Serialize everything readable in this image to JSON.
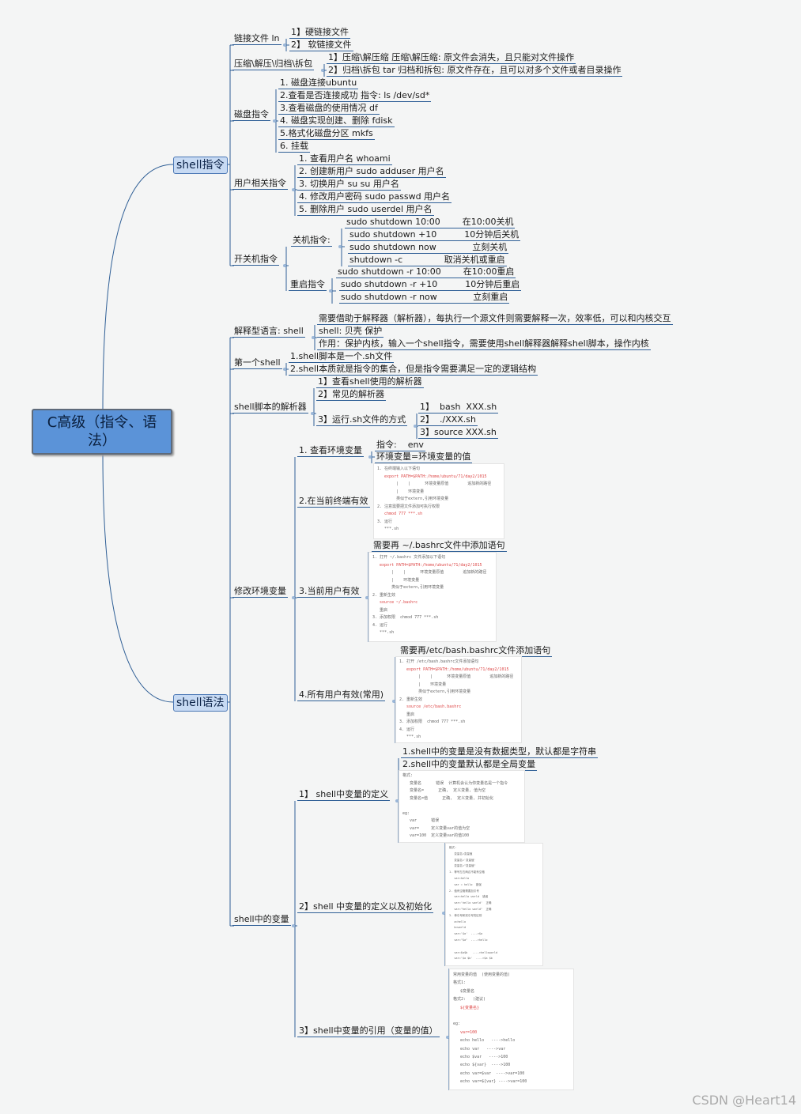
{
  "root": {
    "title": "C高级（指令、语法）"
  },
  "shell_cmd": {
    "label": "shell指令",
    "link": {
      "label": "链接文件 ln",
      "items": [
        "1】硬链接文件",
        "2】 软链接文件"
      ]
    },
    "compress": {
      "label": "压缩\\解压\\归档\\拆包",
      "items": [
        "1】压缩\\解压缩  压缩\\解压缩:   原文件会消失，且只能对文件操作",
        "2】归档\\拆包   tar  归档和拆包:   原文件存在，且可以对多个文件或者目录操作"
      ]
    },
    "disk": {
      "label": "磁盘指令",
      "items": [
        "1. 磁盘连接ubuntu",
        "2.查看是否连接成功   指令:    ls   /dev/sd*",
        "3.查看磁盘的使用情况 df",
        "4. 磁盘实现创建、删除   fdisk",
        "5.格式化磁盘分区 mkfs",
        "6. 挂载"
      ]
    },
    "user": {
      "label": "用户相关指令",
      "items": [
        "1. 查看用户名   whoami",
        "2. 创建新用户   sudo adduser 用户名",
        "3. 切换用户 su    su 用户名",
        "4. 修改用户密码   sudo passwd 用户名",
        "5. 删除用户   sudo userdel 用户名"
      ]
    },
    "power": {
      "label": "开关机指令",
      "shutdown": {
        "label": "关机指令:",
        "items": [
          "sudo shutdown 10:00        在10:00关机",
          "sudo shutdown +10          10分钟后关机",
          "sudo shutdown now             立刻关机",
          "shutdown -c               取消关机或重启"
        ]
      },
      "reboot": {
        "label": "重启指令",
        "items": [
          "sudo shutdown -r 10:00        在10:00重启",
          "sudo shutdown -r +10          10分钟后重启",
          "sudo shutdown -r now             立刻重启"
        ]
      }
    }
  },
  "shell_syntax": {
    "label": "shell语法",
    "interp": {
      "label": "解释型语言: shell",
      "items": [
        "需要借助于解释器（解析器），每执行一个源文件则需要解释一次，效率低，可以和内核交互",
        "shell: 贝壳    保护",
        "作用：保护内核，输入一个shell指令，需要使用shell解释器解释shell脚本，操作内核"
      ]
    },
    "first": {
      "label": "第一个shell",
      "items": [
        "1.shell脚本是一个.sh文件",
        "2.shell本质就是指令的集合，但是指令需要满足一定的逻辑结构"
      ]
    },
    "parser": {
      "label": "shell脚本的解析器",
      "items": [
        "1】查看shell使用的解析器",
        "2】常见的解析器",
        "3】运行.sh文件的方式"
      ],
      "run": [
        "1】  bash  XXX.sh",
        "2】  ./XXX.sh",
        "3】source XXX.sh"
      ]
    },
    "env": {
      "label": "修改环境变量",
      "view": {
        "label": "1. 查看环境变量",
        "items": [
          "指令:    env",
          "环境变量=环境变量的值"
        ]
      },
      "terminal": {
        "label": "2.在当前终端有效"
      },
      "user": {
        "label": "3.当前用户有效",
        "note": "需要再 ~/.bashrc文件中添加语句"
      },
      "all": {
        "label": "4.所有用户有效(常用)",
        "note": "需要再/etc/bash.bashrc文件添加语句"
      }
    },
    "vars": {
      "label": "shell中的变量",
      "def": {
        "label": "1】 shell中变量的定义",
        "items": [
          "1.shell中的变量是没有数据类型，默认都是字符串",
          "2.shell中的变量默认都是全局变量"
        ]
      },
      "init": {
        "label": "2】shell 中变量的定义以及初始化"
      },
      "ref": {
        "label": "3】shell中变量的引用（变量的值）"
      }
    }
  },
  "snippets": {
    "s1": [
      [
        "1. 在终端输入以下语句",
        ""
      ],
      [
        "   export PATH=$PATH:/home/ubuntu/71/day2/1015",
        "r"
      ],
      [
        "        |    |      环境变量原值        追加新的路径",
        ""
      ],
      [
        "        |    环境变量",
        ""
      ],
      [
        "        类似于extern,引用环境变量",
        ""
      ],
      [
        "2. 注意需要把文件添加可执行权限",
        ""
      ],
      [
        "   chmod 777 ***.sh",
        "r"
      ],
      [
        "3. 运行",
        ""
      ],
      [
        "   ***.sh",
        ""
      ]
    ],
    "s2": [
      [
        "1. 打开 ~/.bashrc 文件添加以下语句",
        ""
      ],
      [
        "   export PATH=$PATH:/home/ubuntu/71/day2/1015",
        "r"
      ],
      [
        "        |    |      环境变量原值        追加新的路径",
        ""
      ],
      [
        "        |    环境变量",
        ""
      ],
      [
        "        类似于extern,引用环境变量",
        ""
      ],
      [
        "2. 重新生效",
        ""
      ],
      [
        "   source ~/.bashrc",
        "r"
      ],
      [
        "   重启",
        ""
      ],
      [
        "3. 添加权限  chmod 777 ***.sh",
        ""
      ],
      [
        "4. 运行",
        ""
      ],
      [
        "   ***.sh",
        ""
      ]
    ],
    "s3": [
      [
        "1. 打开 /etc/bash.bashrc文件添加语句",
        ""
      ],
      [
        "   export PATH=$PATH:/home/ubuntu/71/day2/1015",
        "r"
      ],
      [
        "        |    |      环境变量原值        追加新的路径",
        ""
      ],
      [
        "        |    环境变量",
        ""
      ],
      [
        "        类似于extern,引用环境变量",
        ""
      ],
      [
        "2. 重新生效",
        ""
      ],
      [
        "   source /etc/bash.bashrc",
        "r"
      ],
      [
        "   重启",
        ""
      ],
      [
        "3. 添加权限  chmod 777 ***.sh",
        ""
      ],
      [
        "4. 运行",
        ""
      ],
      [
        "   ***.sh",
        ""
      ]
    ],
    "s4": [
      [
        "格式:",
        ""
      ],
      [
        "   变量名      错误  计算机会认为你变量名是一个指令",
        ""
      ],
      [
        "   变量名=      正确,  定义变量, 值为空",
        ""
      ],
      [
        "   变量名=值      正确,  定义变量, 并初始化",
        ""
      ],
      [
        "",
        ""
      ],
      [
        "eg:",
        ""
      ],
      [
        "   var      错误",
        ""
      ],
      [
        "   var=     定义变量var的值为空",
        ""
      ],
      [
        "   var=100  定义变量var的值100",
        ""
      ]
    ],
    "s5": [
      [
        "格式:",
        ""
      ],
      [
        "   变量名=变量值",
        ""
      ],
      [
        "   变量名='变量值'",
        ""
      ],
      [
        "   变量名=\"变量值\"",
        ""
      ],
      [
        "1. 等号左右两边不能有空格",
        ""
      ],
      [
        "   var=hello",
        ""
      ],
      [
        "   var = hello  错误",
        ""
      ],
      [
        "2. 值有空格需要加引号",
        ""
      ],
      [
        "   var=hello world  错误",
        ""
      ],
      [
        "   var='hello world'  正确",
        ""
      ],
      [
        "   var=\"hello world\"  正确",
        ""
      ],
      [
        "3. 单引号和双引号的区别",
        ""
      ],
      [
        "   a=hello",
        ""
      ],
      [
        "   b=world",
        ""
      ],
      [
        "   var='$a'  ---->$a",
        ""
      ],
      [
        "   var=\"$a\"  ---->hello",
        ""
      ],
      [
        "",
        ""
      ],
      [
        "   var=$a$b   ---->helloworld",
        ""
      ],
      [
        "   var='$a $b'  ---->$a $b",
        ""
      ]
    ],
    "s6": [
      [
        "常用变量的值  (使用变量的值)",
        ""
      ],
      [
        "格式1:",
        ""
      ],
      [
        "   $变量名",
        ""
      ],
      [
        "格式2:   (建议)",
        ""
      ],
      [
        "   ${变量名}",
        "r"
      ],
      [
        "",
        ""
      ],
      [
        "eg:",
        ""
      ],
      [
        "   var=100",
        "r"
      ],
      [
        "   echo hello   ---->hello",
        ""
      ],
      [
        "   echo var   ---->var",
        ""
      ],
      [
        "   echo $var   ---->100",
        ""
      ],
      [
        "   echo ${var}  ---->100",
        ""
      ],
      [
        "   echo var=$var  ---->var=100",
        ""
      ],
      [
        "   echo var=${var} ---->var=100",
        ""
      ]
    ]
  },
  "watermark": "CSDN @Heart14"
}
